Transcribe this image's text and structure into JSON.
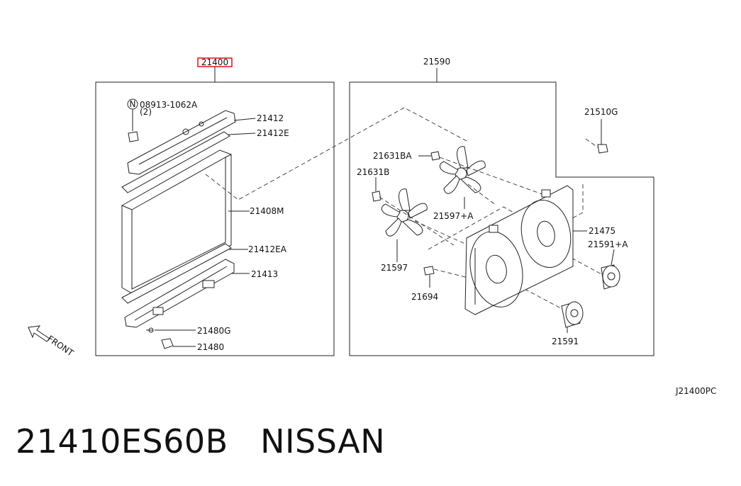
{
  "diagram": {
    "code": "J21400PC",
    "front_label": "FRONT",
    "left_group": {
      "assembly_label": "21400",
      "nut_label": "N",
      "fastener_label": "08913-1062A",
      "fastener_qty": "(2)",
      "parts": [
        "21412",
        "21412E",
        "21408M",
        "21412EA",
        "21413",
        "21480G",
        "21480"
      ]
    },
    "right_group": {
      "assembly_label": "21590",
      "parts": [
        "21510G",
        "21631BA",
        "21631B",
        "21597+A",
        "21597",
        "21694",
        "21475",
        "21591+A",
        "21591"
      ]
    }
  },
  "footer": {
    "part_number": "21410ES60B",
    "brand": "NISSAN"
  }
}
